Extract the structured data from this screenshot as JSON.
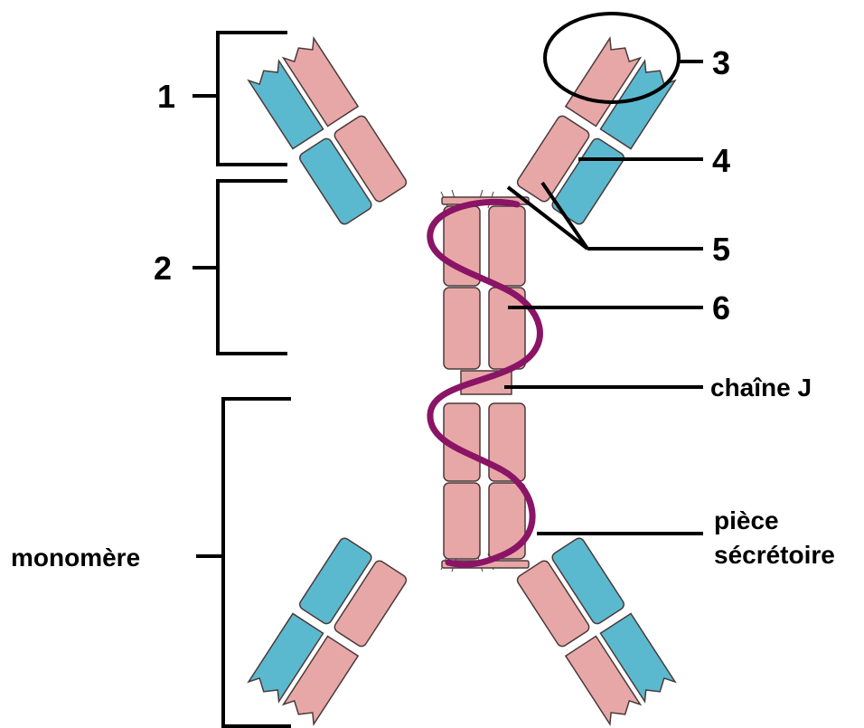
{
  "labels": {
    "n1": "1",
    "n2": "2",
    "n3": "3",
    "n4": "4",
    "n5": "5",
    "n6": "6",
    "chaine_j": "chaîne J",
    "piece_line1": "pièce",
    "piece_line2": "sécrétoire",
    "monomere": "monomère"
  },
  "colors": {
    "heavy_chain": "#e8a7a7",
    "light_chain": "#5bb9cf",
    "secretory_piece": "#8a1466",
    "outline": "#4a3a3a"
  }
}
